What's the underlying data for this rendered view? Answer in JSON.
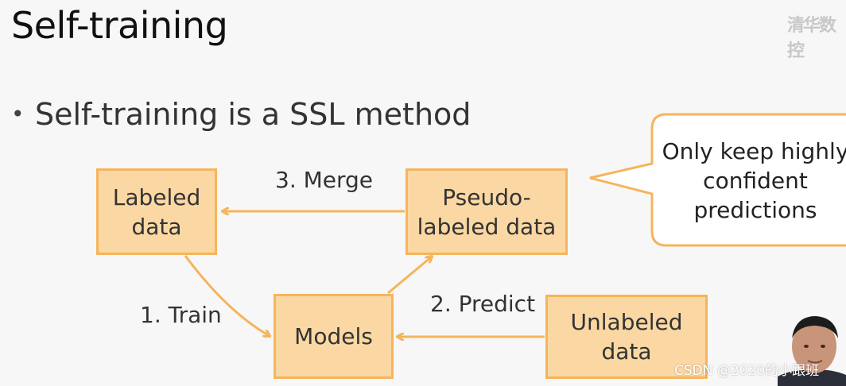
{
  "slide": {
    "title": "Self-training",
    "bullet": "Self-training is a SSL method",
    "logo": "清华数控"
  },
  "diagram": {
    "nodes": {
      "labeled": [
        "Labeled",
        "data"
      ],
      "pseudo": [
        "Pseudo-",
        "labeled data"
      ],
      "models": "Models",
      "unlabeled": [
        "Unlabeled",
        "data"
      ]
    },
    "edges": {
      "merge": "3. Merge",
      "train": "1. Train",
      "predict": "2. Predict"
    },
    "callout": [
      "Only keep highly",
      "confident",
      "predictions"
    ]
  },
  "colors": {
    "node_fill": "#fbd8a3",
    "node_border": "#f6b45c",
    "arrow": "#f6b45c"
  },
  "watermark": "CSDN @2020的小跟班"
}
